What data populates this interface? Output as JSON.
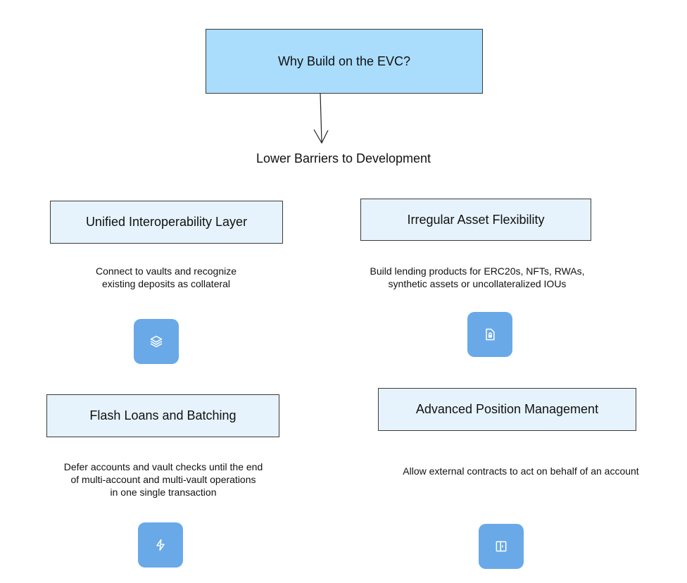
{
  "title": "Why Build on the EVC?",
  "subtitle": "Lower Barriers to Development",
  "features": [
    {
      "heading": "Unified Interoperability Layer",
      "description": "Connect to vaults and recognize\nexisting deposits as collateral",
      "icon": "layers-icon"
    },
    {
      "heading": "Irregular Asset Flexibility",
      "description": "Build lending products for ERC20s, NFTs, RWAs,\nsynthetic assets or uncollateralized IOUs",
      "icon": "file-lock-icon"
    },
    {
      "heading": "Flash Loans and Batching",
      "description": "Defer accounts and vault checks until the end\nof multi-account and multi-vault operations\nin one single transaction",
      "icon": "lightning-icon"
    },
    {
      "heading": "Advanced Position Management",
      "description": "Allow external contracts to act on behalf of an account",
      "icon": "door-icon"
    }
  ],
  "colors": {
    "title_fill": "#aadcfc",
    "box_fill": "#e6f3fc",
    "icon_tile": "#69a9e8",
    "border": "#3a3a3a"
  }
}
